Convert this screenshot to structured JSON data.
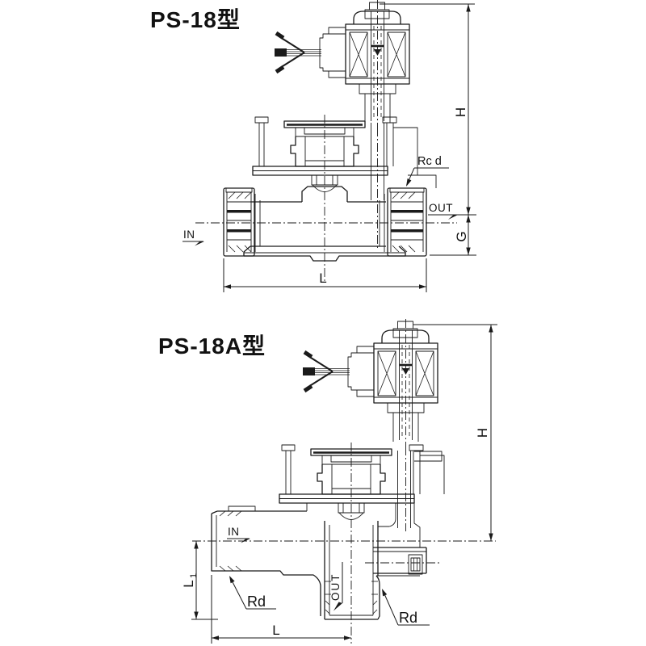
{
  "page": {
    "background": "#ffffff",
    "ink": "#1a1a1a"
  },
  "figures": [
    {
      "title": "PS-18型",
      "labels": {
        "height_dim": "H",
        "outlet_height_dim": "G",
        "length_dim": "L",
        "thread_callout": "Rc d",
        "inlet": "IN",
        "outlet": "OUT"
      }
    },
    {
      "title": "PS-18A型",
      "labels": {
        "height_dim": "H",
        "length_dim": "L",
        "side_length_main": "L",
        "side_length_sub": "1",
        "thread_callout_inlet": "Rd",
        "thread_callout_outlet": "Rd",
        "inlet": "IN",
        "outlet": "OUT"
      }
    }
  ]
}
